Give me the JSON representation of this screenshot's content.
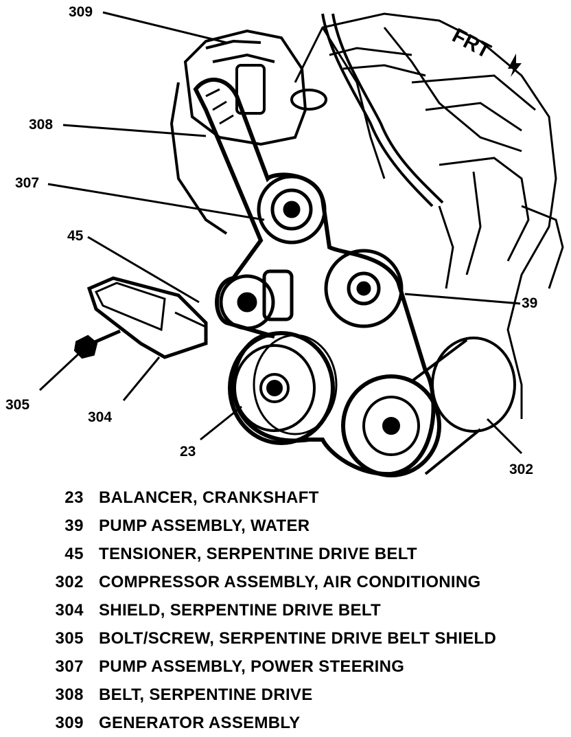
{
  "diagram": {
    "frt_label": "FRT",
    "callouts": {
      "c309": "309",
      "c308": "308",
      "c307": "307",
      "c45": "45",
      "c39": "39",
      "c305": "305",
      "c304": "304",
      "c23": "23",
      "c302": "302"
    }
  },
  "legend": [
    {
      "num": "23",
      "desc": "BALANCER, CRANKSHAFT"
    },
    {
      "num": "39",
      "desc": "PUMP ASSEMBLY, WATER"
    },
    {
      "num": "45",
      "desc": "TENSIONER, SERPENTINE DRIVE BELT"
    },
    {
      "num": "302",
      "desc": "COMPRESSOR ASSEMBLY, AIR CONDITIONING"
    },
    {
      "num": "304",
      "desc": "SHIELD, SERPENTINE DRIVE BELT"
    },
    {
      "num": "305",
      "desc": "BOLT/SCREW, SERPENTINE DRIVE BELT SHIELD"
    },
    {
      "num": "307",
      "desc": "PUMP ASSEMBLY, POWER STEERING"
    },
    {
      "num": "308",
      "desc": "BELT, SERPENTINE DRIVE"
    },
    {
      "num": "309",
      "desc": "GENERATOR ASSEMBLY"
    }
  ]
}
